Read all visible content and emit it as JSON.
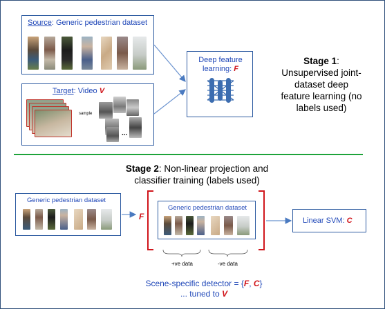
{
  "stage1": {
    "source_label_prefix": "Source",
    "source_label_rest": ": Generic pedestrian dataset",
    "target_label_prefix": "Target",
    "target_label_rest": ": Video ",
    "target_var": "V",
    "sample_label": "sample",
    "ellipsis": "...",
    "deep_label_line1": "Deep feature",
    "deep_label_line2": "learning: ",
    "deep_var": "F",
    "title_bold": "Stage 1",
    "title_rest": ":",
    "desc_line1": "Unsupervised joint-",
    "desc_line2": "dataset deep",
    "desc_line3": "feature learning (no",
    "desc_line4": "labels used)"
  },
  "stage2": {
    "title_bold": "Stage 2",
    "title_rest": ": Non-linear projection and",
    "title_line2": "classifier training (labels used)",
    "left_box_label": "Generic pedestrian dataset",
    "f_var": "F",
    "inner_box_label": "Generic pedestrian dataset",
    "pos_label": "+ve data",
    "neg_label": "-ve data",
    "svm_label": "Linear SVM: ",
    "svm_var": "C",
    "detector_line1_prefix": "Scene-specific detector = {",
    "detector_f": "F",
    "detector_sep": ", ",
    "detector_c": "C",
    "detector_close": "}",
    "detector_line2_prefix": "... tuned to ",
    "detector_v": "V"
  },
  "colors": {
    "accent_blue": "#1f47b8",
    "accent_red": "#d0151b",
    "divider_green": "#1ea33a",
    "box_border": "#2c5aa0"
  }
}
